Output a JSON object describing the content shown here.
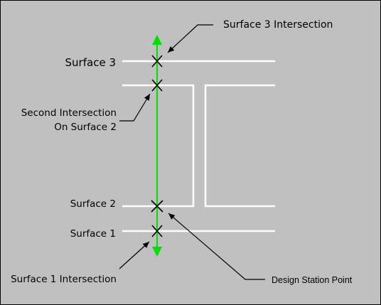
{
  "diagram": {
    "colors": {
      "panel_fill": "#c0c0c0",
      "panel_border": "#000000",
      "surface_lines": "#ffffff",
      "station_line": "#00e000",
      "markers": "#000000",
      "leaders": "#000000"
    },
    "labels": {
      "surface_3": "Surface 3",
      "surface_2": "Surface 2",
      "surface_1": "Surface 1",
      "second_intersection_line1": "Second Intersection",
      "second_intersection_line2": "On Surface 2",
      "surface_3_intersection": "Surface 3 Intersection",
      "surface_1_intersection": "Surface 1 Intersection",
      "design_station_point": "Design Station Point"
    },
    "icons": {
      "intersection_marker": "x-mark-icon",
      "station_arrows": "arrow-up-down-icon"
    }
  }
}
